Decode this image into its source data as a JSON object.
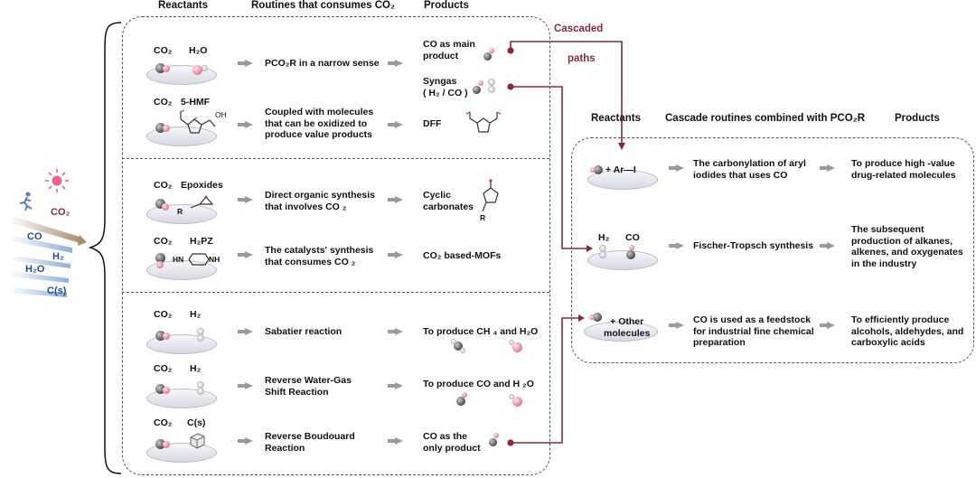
{
  "headers": {
    "reactants": "Reactants",
    "routines": "Routines that consumes CO₂",
    "products": "Products",
    "cascade_reactants": "Reactants",
    "cascade_routines": "Cascade routines combined with PCO₂R",
    "cascade_products": "Products"
  },
  "cascaded_label_1": "Cascaded",
  "cascaded_label_2": "paths",
  "light_inputs": [
    "CO₂",
    "CO",
    "H₂",
    "H₂O",
    "C(s)"
  ],
  "rows": [
    {
      "r1": "CO₂",
      "r2": "H₂O",
      "routine": "PCO₂R in a narrow sense",
      "product": "CO as main\nproduct"
    },
    {
      "r1": "",
      "r2": "",
      "routine": "",
      "product": "Syngas\n( H₂ / CO )"
    },
    {
      "r1": "CO₂",
      "r2": "5-HMF",
      "routine": "Coupled with molecules\nthat can be oxidized to\nproduce value products",
      "product": "DFF"
    },
    {
      "r1": "CO₂",
      "r2": "Epoxides",
      "routine": "Direct organic synthesis\nthat involves CO ₂",
      "product": "Cyclic\ncarbonates"
    },
    {
      "r1": "CO₂",
      "r2": "H₂PZ",
      "routine": "The catalysts' synthesis\nthat consumes CO ₂",
      "product": "CO₂ based-MOFs"
    },
    {
      "r1": "CO₂",
      "r2": "H₂",
      "routine": "Sabatier reaction",
      "product": "To produce CH ₄ and H₂O"
    },
    {
      "r1": "CO₂",
      "r2": "H₂",
      "routine": "Reverse Water-Gas\nShift Reaction",
      "product": "To produce CO and H ₂O"
    },
    {
      "r1": "CO₂",
      "r2": "C(s)",
      "routine": "Reverse Boudouard\nReaction",
      "product": "CO as the\nonly product"
    }
  ],
  "molecule_labels": {
    "hmf_oh": "OH",
    "epoxide_r": "R",
    "carbonate_r": "R",
    "pz_nh1": "HN",
    "pz_nh2": "NH"
  },
  "cascade": [
    {
      "reactant": "+  Ar—I",
      "routine": "The carbonylation of aryl\niodides that uses CO",
      "product": "To produce high -value\ndrug-related molecules"
    },
    {
      "reactant_h2": "H₂",
      "reactant_co": "CO",
      "routine": "Fischer-Tropsch synthesis",
      "product": "The subsequent\nproduction of alkanes,\nalkenes, and oxygenates\nin the industry"
    },
    {
      "reactant": "+ Other\nmolecules",
      "routine": "CO is used as a feedstock\nfor industrial fine chemical\npreparation",
      "product": "To efficiently produce\nalcohols, aldehydes, and\ncarboxylic acids"
    }
  ],
  "colors": {
    "accent": "#8b2a35",
    "sun": "#f06292",
    "co2_beam": "#b59a7e",
    "arrow": "#9a9a9a"
  }
}
